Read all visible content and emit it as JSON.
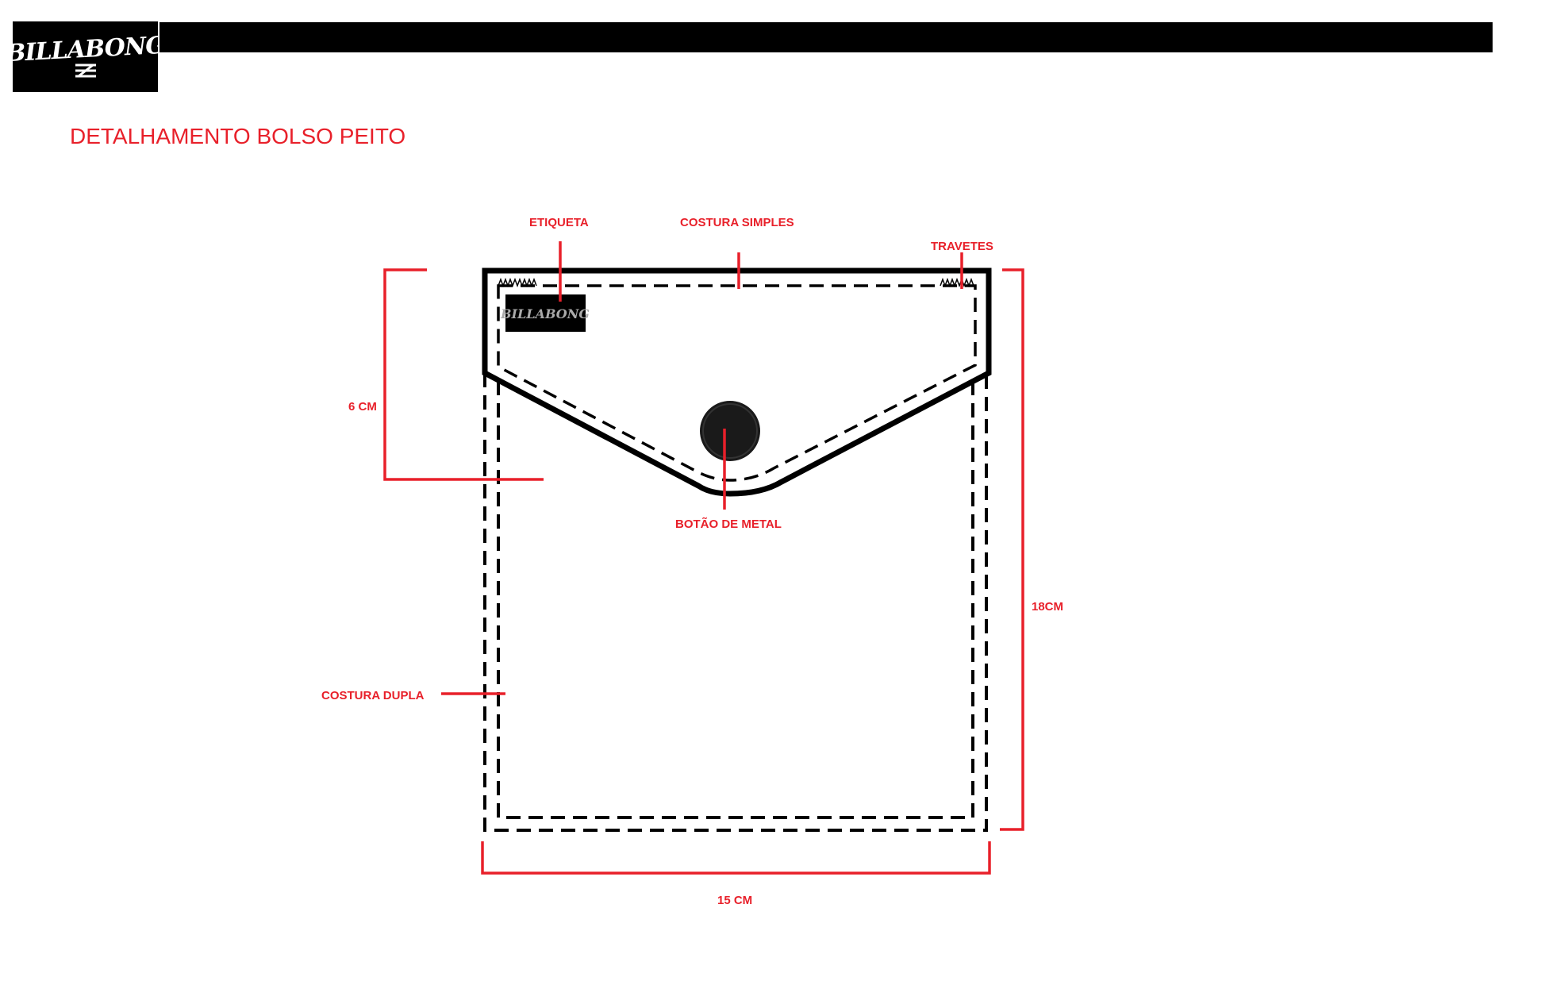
{
  "brand": {
    "logo_text": "BILLABONG"
  },
  "title": "DETALHAMENTO BOLSO PEITO",
  "labels": {
    "etiqueta": "ETIQUETA",
    "costura_simples": "COSTURA SIMPLES",
    "travetes": "TRAVETES",
    "botao": "BOTÃO DE METAL",
    "costura_dupla": "COSTURA DUPLA",
    "flap_height": "6 CM",
    "pocket_height": "18CM",
    "pocket_width": "15 CM"
  },
  "colors": {
    "accent": "#e8202a",
    "ink": "#000000"
  }
}
